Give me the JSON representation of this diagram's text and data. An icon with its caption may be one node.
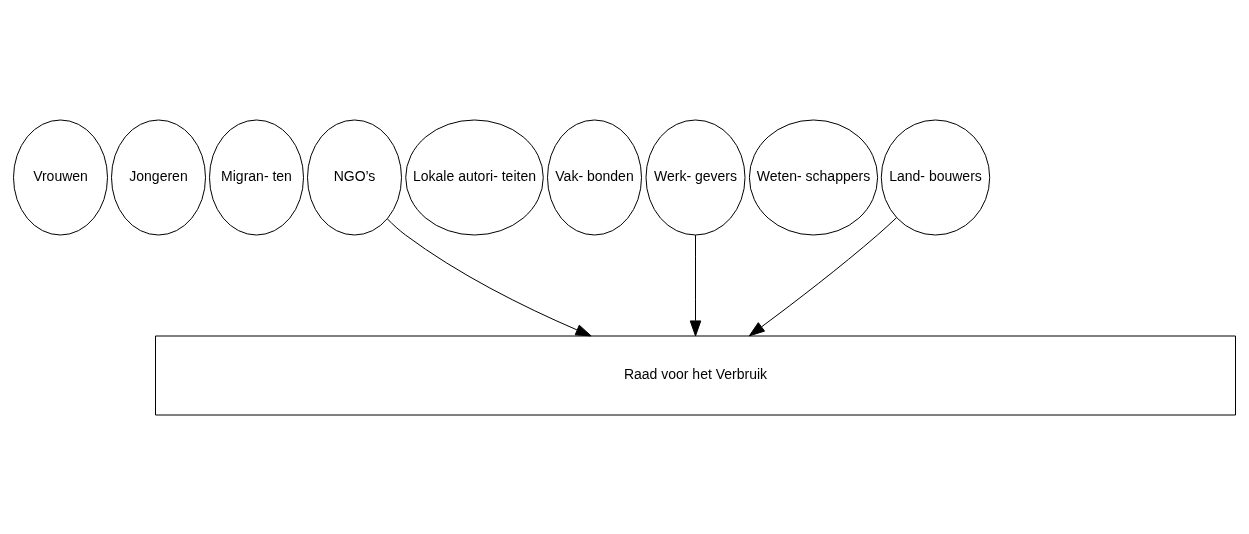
{
  "diagram": {
    "nodes": [
      {
        "text": [
          "Vrouwen"
        ]
      },
      {
        "text": [
          "Jongeren"
        ]
      },
      {
        "text": [
          "Migran- ten"
        ]
      },
      {
        "text": [
          "NGO’s"
        ]
      },
      {
        "text": [
          "Lokale autori- teiten"
        ]
      },
      {
        "text": [
          "Vak- bonden"
        ]
      },
      {
        "text": [
          "Werk- gevers"
        ]
      },
      {
        "text": [
          "Weten- schappers"
        ]
      },
      {
        "text": [
          "Land- bouwers"
        ]
      },
      {
        "text": [
          "Raad voor het Verbruik"
        ]
      }
    ],
    "edges": [
      {
        "from": 3,
        "to": 9,
        "arrow": "to"
      },
      {
        "from": 6,
        "to": 9,
        "arrow": "to"
      },
      {
        "from": 8,
        "to": 9,
        "arrow": "to"
      }
    ]
  }
}
